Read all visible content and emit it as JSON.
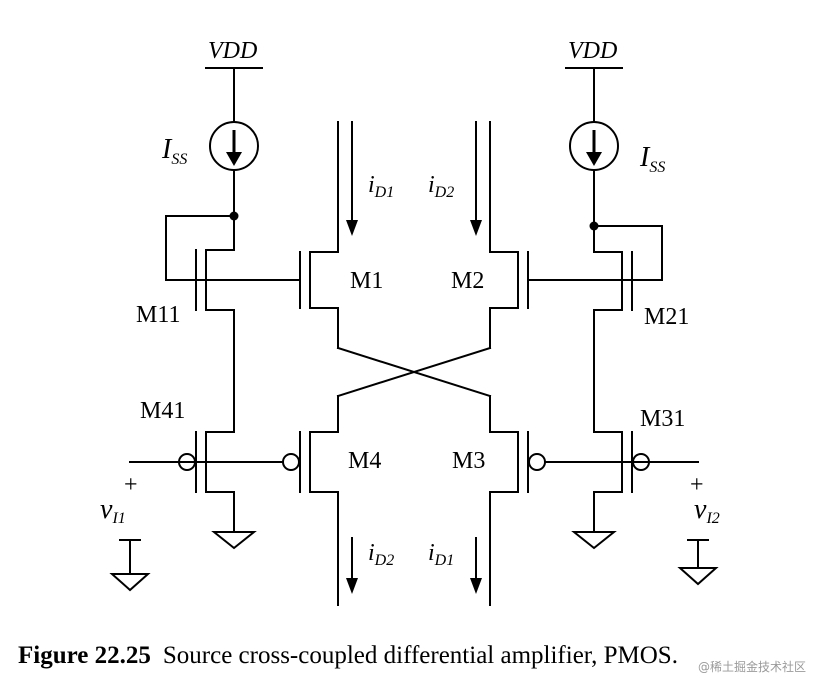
{
  "labels": {
    "vdd_left": "VDD",
    "vdd_right": "VDD",
    "iss_main": "I",
    "iss_sub": "SS",
    "id_main": "i",
    "id1_sub": "D1",
    "id2_sub": "D2",
    "m1": "M1",
    "m2": "M2",
    "m3": "M3",
    "m4": "M4",
    "m11": "M11",
    "m21": "M21",
    "m31": "M31",
    "m41": "M41",
    "plus": "+",
    "v_main": "v",
    "vi1_sub": "I1",
    "vi2_sub": "I2"
  },
  "caption": {
    "figure_number": "Figure 22.25",
    "text": "Source cross-coupled differential amplifier, PMOS."
  },
  "watermark": "@稀土掘金技术社区"
}
